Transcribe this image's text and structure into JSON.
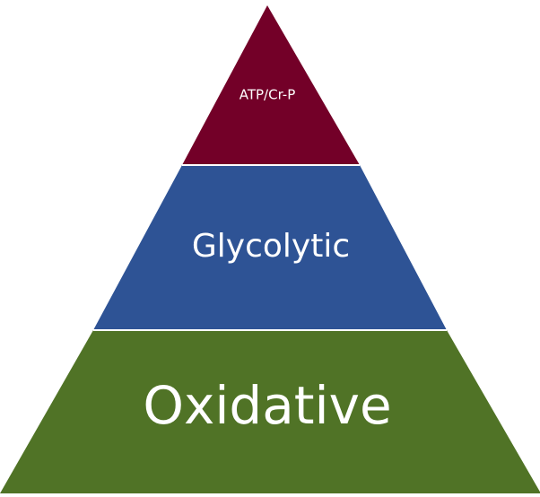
{
  "diagram": {
    "type": "pyramid",
    "tiers": [
      {
        "label": "ATP/Cr-P",
        "color": "#730028"
      },
      {
        "label": "Glycolytic",
        "color": "#2e5395"
      },
      {
        "label": "Oxidative",
        "color": "#507326"
      }
    ],
    "separator_color": "#ffffff"
  }
}
